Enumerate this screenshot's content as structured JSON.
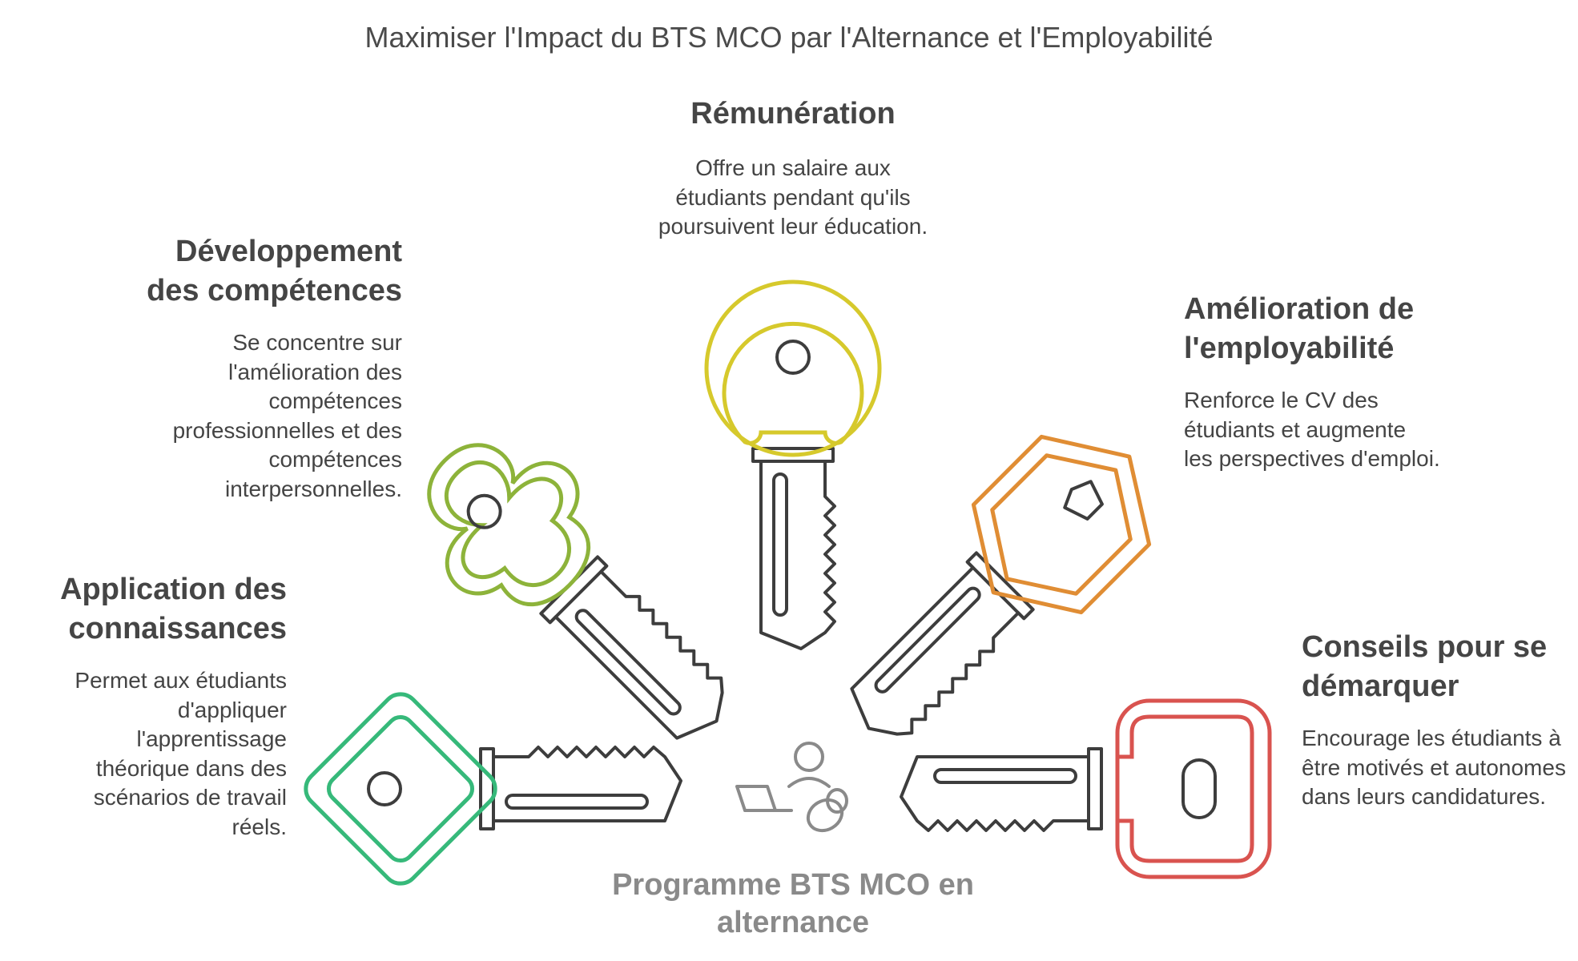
{
  "title": "Maximiser l'Impact du BTS MCO par l'Alternance et l'Employabilité",
  "center_label": "Programme BTS MCO en alternance",
  "colors": {
    "remuneration": "#d6c92c",
    "competences": "#8db33a",
    "employabilite": "#e08d34",
    "connaissances": "#36b97a",
    "conseils": "#d9534f",
    "outline": "#3d3d3d",
    "center_icon": "#8a8a8a"
  },
  "keys": {
    "remuneration": {
      "heading": "Rémunération",
      "description": "Offre un salaire aux étudiants pendant qu'ils poursuivent leur éducation."
    },
    "competences": {
      "heading": "Développement des compétences",
      "description": "Se concentre sur l'amélioration des compétences professionnelles et des compétences interpersonnelles."
    },
    "employabilite": {
      "heading": "Amélioration de l'employabilité",
      "description": "Renforce le CV des étudiants et augmente les perspectives d'emploi."
    },
    "connaissances": {
      "heading": "Application des connaissances",
      "description": "Permet aux étudiants d'appliquer l'apprentissage théorique dans des scénarios de travail réels."
    },
    "conseils": {
      "heading": "Conseils pour se démarquer",
      "description": "Encourage les étudiants à être motivés et autonomes dans leurs candidatures."
    }
  },
  "center_icon": "student-laptop-icon"
}
